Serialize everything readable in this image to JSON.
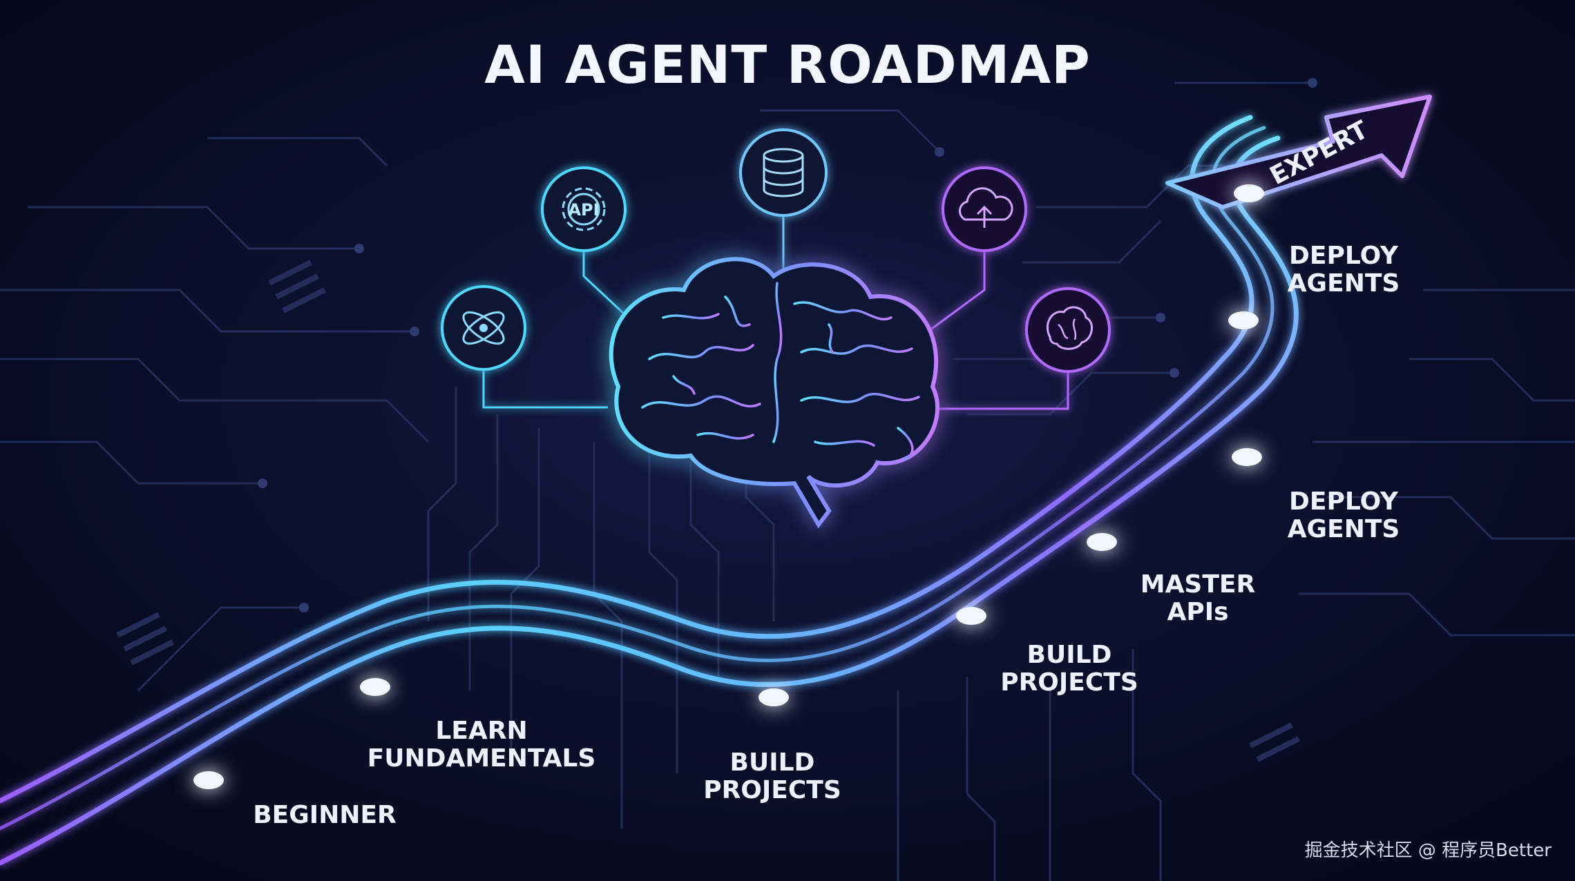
{
  "title": "AI AGENT ROADMAP",
  "stages": [
    {
      "label_lines": [
        "BEGINNER"
      ]
    },
    {
      "label_lines": [
        "LEARN",
        "FUNDAMENTALS"
      ]
    },
    {
      "label_lines": [
        "BUILD",
        "PROJECTS"
      ]
    },
    {
      "label_lines": [
        "BUILD",
        "PROJECTS"
      ]
    },
    {
      "label_lines": [
        "MASTER",
        "APIs"
      ]
    },
    {
      "label_lines": [
        "DEPLOY",
        "AGENTS"
      ]
    },
    {
      "label_lines": [
        "DEPLOY",
        "AGENTS"
      ]
    },
    {
      "label_lines": [
        "EXPERT"
      ]
    }
  ],
  "icons": [
    {
      "name": "atom-orbit-icon"
    },
    {
      "name": "api-gear-icon",
      "text": "API"
    },
    {
      "name": "database-icon"
    },
    {
      "name": "cloud-upload-icon"
    },
    {
      "name": "brain-chip-icon"
    }
  ],
  "watermark": "掘金技术社区 @ 程序员Better",
  "colors": {
    "background": "#070b1c",
    "cyan_glow": "#4fd8ff",
    "purple_glow": "#b06bff",
    "arrow": "#c77dff"
  }
}
